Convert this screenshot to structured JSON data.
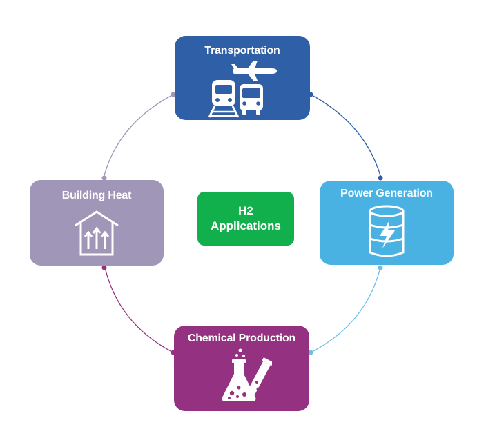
{
  "center": {
    "line1": "H2",
    "line2": "Applications",
    "color": "#12b04c"
  },
  "nodes": {
    "transportation": {
      "label": "Transportation",
      "color": "#2f5fa6",
      "icon": "train-bus-airplane-icon"
    },
    "power": {
      "label": "Power Generation",
      "color": "#4ab1e3",
      "icon": "energy-storage-bolt-icon"
    },
    "chemical": {
      "label": "Chemical Production",
      "color": "#943281",
      "icon": "flask-icon"
    },
    "building": {
      "label": "Building Heat",
      "color": "#a097b8",
      "icon": "house-heat-icon"
    }
  },
  "connector_colors": {
    "transport_to_power": "#2f5fa6",
    "power_to_chemical": "#6cc0e6",
    "chemical_to_building": "#943281",
    "building_to_transport": "#a097b8"
  }
}
